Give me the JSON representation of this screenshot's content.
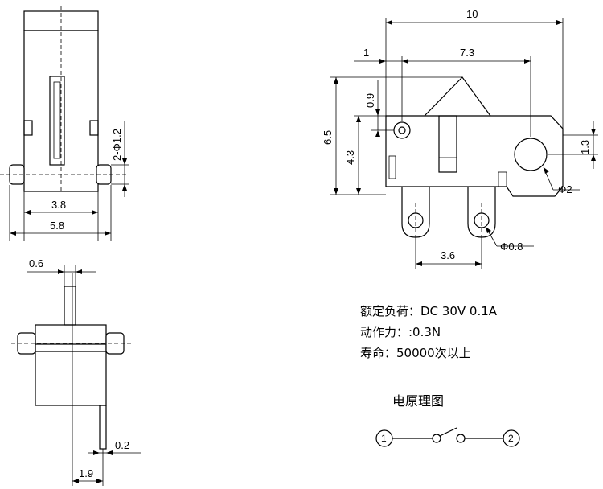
{
  "front_view": {
    "dims": {
      "width_inner": "3.8",
      "width_outer": "5.8",
      "hole_spec": "2-Φ1.2"
    }
  },
  "side_view": {
    "dims": {
      "top_width": "0.6",
      "pin_thickness": "0.2",
      "pin_offset": "1.9"
    }
  },
  "right_view": {
    "dims": {
      "overall_width": "10",
      "offset": "1",
      "span": "7.3",
      "height_total": "6.5",
      "height_body": "4.3",
      "gap": "0.9",
      "hole_offset": "1.3",
      "hole_dia": "Φ2",
      "pin_hole_dia": "Φ0.8",
      "pin_spacing": "3.6"
    }
  },
  "specs": {
    "rated_load": "额定负荷：DC 30V 0.1A",
    "actuation_force": "动作力：:0.3N",
    "life": "寿命：50000次以上"
  },
  "schematic": {
    "title": "电原理图",
    "node1": "1",
    "node2": "2"
  }
}
